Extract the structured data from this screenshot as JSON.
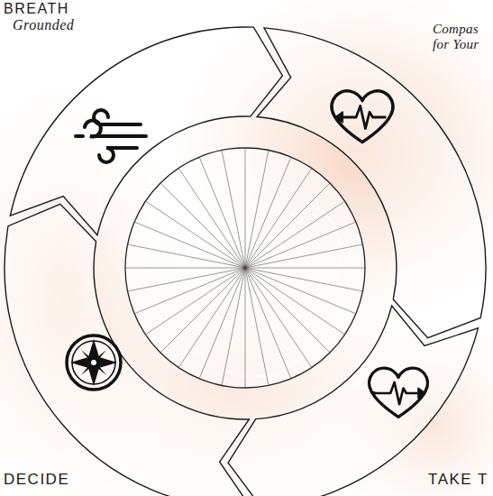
{
  "diagram": {
    "nodes": [
      {
        "text": [
          "BREATH",
          "Grounded"
        ]
      },
      {
        "text": [
          "Compas for Your"
        ]
      },
      {
        "text": [
          "DECIDE"
        ]
      },
      {
        "text": [
          "TAKE T"
        ]
      }
    ]
  }
}
